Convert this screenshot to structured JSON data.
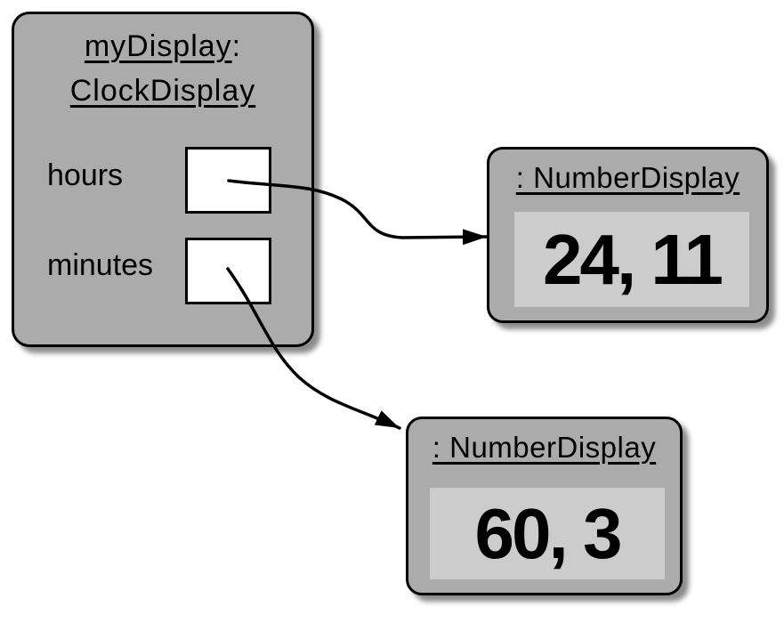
{
  "diagram": {
    "clock_display": {
      "instance_name": "myDisplay",
      "separator": ":",
      "class_name": "ClockDisplay",
      "fields": [
        {
          "label": "hours"
        },
        {
          "label": "minutes"
        }
      ]
    },
    "number_displays": [
      {
        "title": ": NumberDisplay",
        "value": "24, 11"
      },
      {
        "title": ": NumberDisplay",
        "value": "60, 3"
      }
    ],
    "colors": {
      "object_fill": "#ababab",
      "value_fill": "#cccccc",
      "field_fill": "#ffffff",
      "line": "#000000"
    }
  }
}
